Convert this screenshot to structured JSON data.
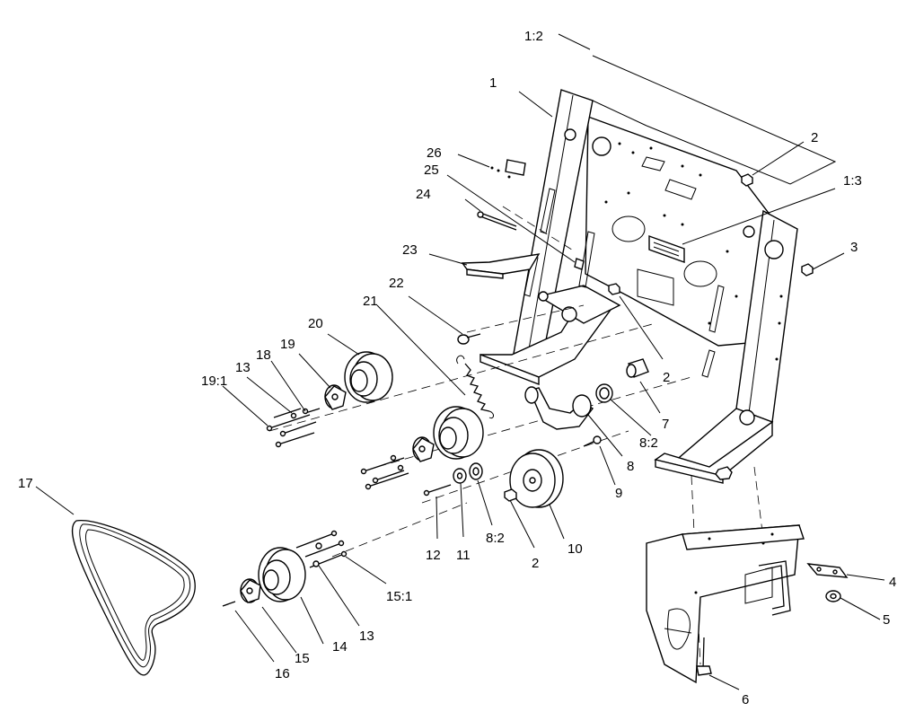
{
  "callouts": [
    {
      "id": "c1-2",
      "label": "1:2"
    },
    {
      "id": "c1",
      "label": "1"
    },
    {
      "id": "c2-top",
      "label": "2"
    },
    {
      "id": "c1-3",
      "label": "1:3"
    },
    {
      "id": "c26",
      "label": "26"
    },
    {
      "id": "c25",
      "label": "25"
    },
    {
      "id": "c24",
      "label": "24"
    },
    {
      "id": "c3",
      "label": "3"
    },
    {
      "id": "c23",
      "label": "23"
    },
    {
      "id": "c22",
      "label": "22"
    },
    {
      "id": "c21",
      "label": "21"
    },
    {
      "id": "c20",
      "label": "20"
    },
    {
      "id": "c19",
      "label": "19"
    },
    {
      "id": "c18",
      "label": "18"
    },
    {
      "id": "c13-top",
      "label": "13"
    },
    {
      "id": "c19-1",
      "label": "19:1"
    },
    {
      "id": "c2-mid",
      "label": "2"
    },
    {
      "id": "c7",
      "label": "7"
    },
    {
      "id": "c8-2-right",
      "label": "8:2"
    },
    {
      "id": "c8",
      "label": "8"
    },
    {
      "id": "c9",
      "label": "9"
    },
    {
      "id": "c17",
      "label": "17"
    },
    {
      "id": "c12",
      "label": "12"
    },
    {
      "id": "c11",
      "label": "11"
    },
    {
      "id": "c8-2-left",
      "label": "8:2"
    },
    {
      "id": "c2-bottom",
      "label": "2"
    },
    {
      "id": "c10",
      "label": "10"
    },
    {
      "id": "c4",
      "label": "4"
    },
    {
      "id": "c15-1",
      "label": "15:1"
    },
    {
      "id": "c5",
      "label": "5"
    },
    {
      "id": "c13-bottom",
      "label": "13"
    },
    {
      "id": "c14",
      "label": "14"
    },
    {
      "id": "c15",
      "label": "15"
    },
    {
      "id": "c16",
      "label": "16"
    },
    {
      "id": "c6",
      "label": "6"
    }
  ]
}
